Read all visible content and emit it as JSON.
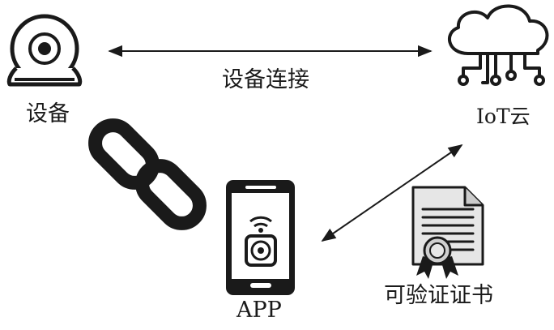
{
  "labels": {
    "device": "设备",
    "cloud": "IoT云",
    "connection": "设备连接",
    "app": "APP",
    "certificate": "可验证证书"
  },
  "icons": {
    "device": "webcam-icon",
    "cloud": "iot-cloud-icon",
    "link": "chain-link-icon",
    "phone": "smartphone-icon",
    "certificate": "certificate-icon"
  },
  "colors": {
    "ink": "#1a1a1a",
    "paper_fill": "#e6e6e6",
    "seal_fill": "#cfcfcf",
    "phone_screen": "#ffffff"
  }
}
